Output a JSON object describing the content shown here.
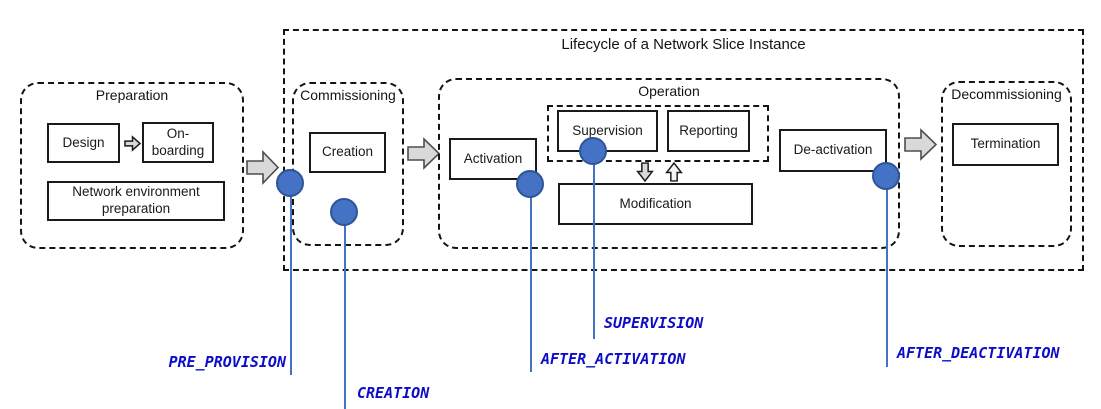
{
  "title": "Lifecycle of a Network Slice Instance",
  "phases": {
    "preparation": {
      "label": "Preparation",
      "design": "Design",
      "onboarding": "On-boarding",
      "network_env": "Network environment preparation"
    },
    "commissioning": {
      "label": "Commissioning",
      "creation": "Creation"
    },
    "operation": {
      "label": "Operation",
      "activation": "Activation",
      "supervision": "Supervision",
      "reporting": "Reporting",
      "modification": "Modification",
      "deactivation": "De-activation"
    },
    "decommissioning": {
      "label": "Decommissioning",
      "termination": "Termination"
    }
  },
  "markers": {
    "pre_provision": "PRE_PROVISION",
    "creation": "CREATION",
    "supervision": "SUPERVISION",
    "after_activation": "AFTER_ACTIVATION",
    "after_deactivation": "AFTER_DEACTIVATION"
  },
  "colors": {
    "marker_fill": "#4472C4",
    "marker_border": "#2F5597",
    "marker_line": "#4472C4",
    "label_text": "#0D0DC8",
    "arrow_fill": "#D9D9D9",
    "arrow_stroke": "#4D4D4D"
  }
}
